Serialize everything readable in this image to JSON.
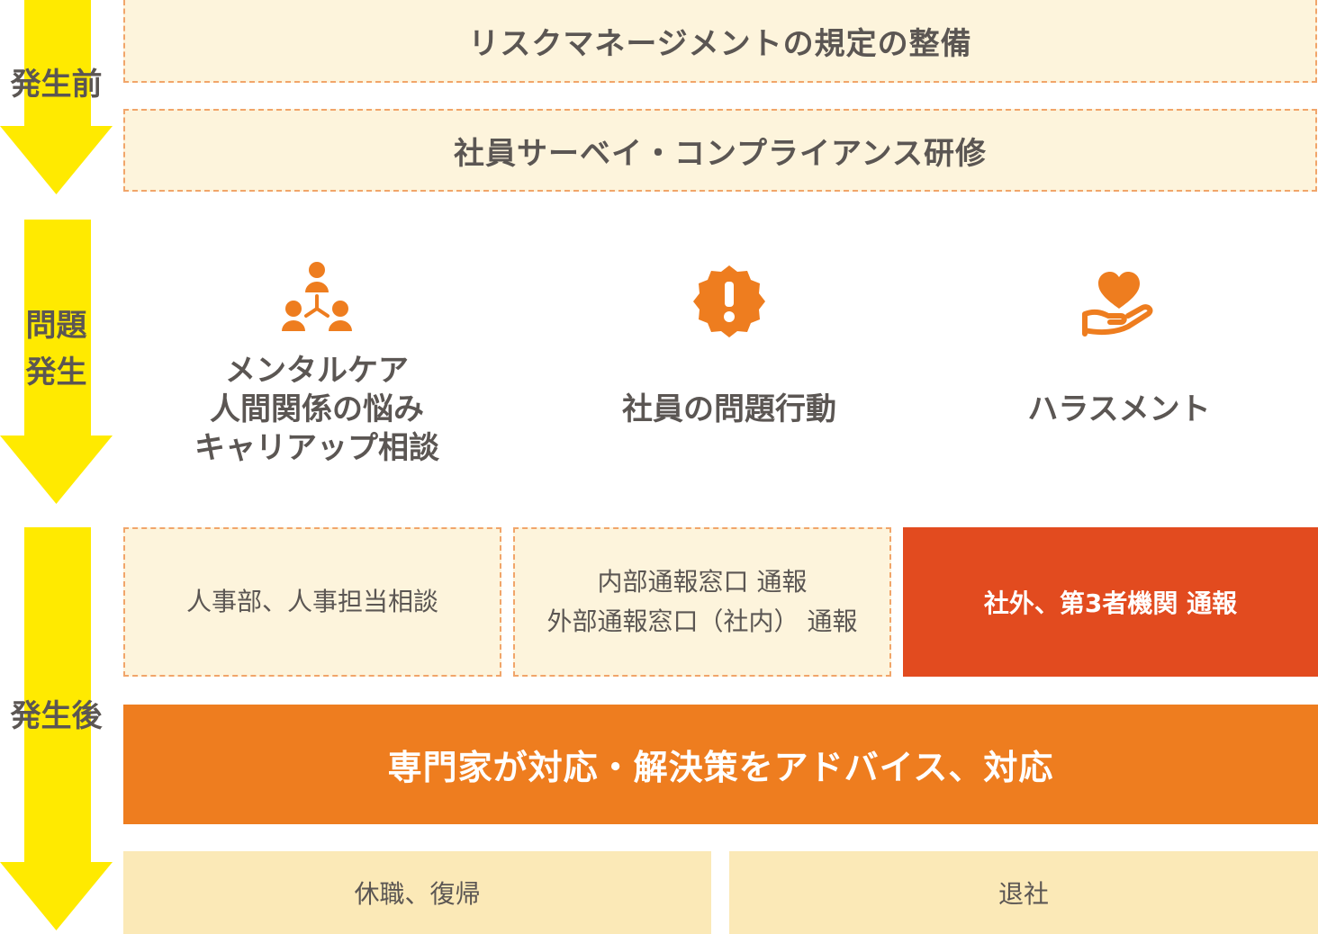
{
  "stages": {
    "before": "発生前",
    "problem": "問題\n発生",
    "after": "発生後"
  },
  "prevention": {
    "item1": "リスクマネージメントの規定の整備",
    "item2": "社員サーベイ・コンプライアンス研修"
  },
  "problems": [
    {
      "icon": "people-network-icon",
      "label": "メンタルケア\n人間関係の悩み\nキャリアップ相談"
    },
    {
      "icon": "warning-badge-icon",
      "label": "社員の問題行動"
    },
    {
      "icon": "heart-hand-icon",
      "label": "ハラスメント"
    }
  ],
  "reporting": {
    "hr": "人事部、人事担当相談",
    "internal": "内部通報窓口 通報\n外部通報窓口（社内） 通報",
    "external": "社外、第3者機関 通報"
  },
  "response": "専門家が対応・解決策をアドバイス、対応",
  "outcomes": {
    "leave": "休職、復帰",
    "resign": "退社"
  },
  "colors": {
    "arrow": "#ffea00",
    "icon": "#ee7d1f",
    "dashed_fill": "#fdf4dc",
    "dashed_border": "#f1a56a",
    "external_fill": "#e24b1f",
    "response_fill": "#ee7d1f",
    "outcome_fill": "#fbe9b7",
    "text": "#5b5653"
  }
}
